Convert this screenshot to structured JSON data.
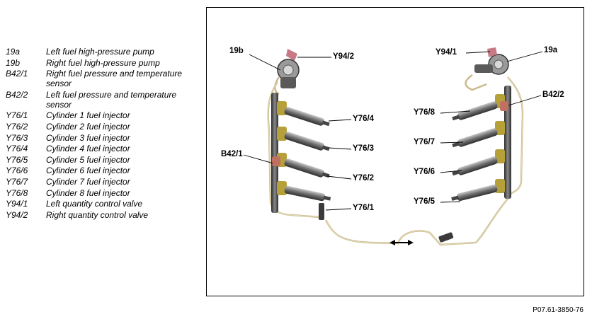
{
  "legend": [
    {
      "code": "19a",
      "desc": "Left fuel high-pressure pump"
    },
    {
      "code": "19b",
      "desc": "Right fuel high-pressure pump"
    },
    {
      "code": "B42/1",
      "desc": "Right fuel pressure and temperature sensor"
    },
    {
      "code": "B42/2",
      "desc": "Left fuel pressure and temperature sensor"
    },
    {
      "code": "Y76/1",
      "desc": "Cylinder 1 fuel injector"
    },
    {
      "code": "Y76/2",
      "desc": "Cylinder 2 fuel injector"
    },
    {
      "code": "Y76/3",
      "desc": "Cylinder 3 fuel injector"
    },
    {
      "code": "Y76/4",
      "desc": "Cylinder 4 fuel injector"
    },
    {
      "code": "Y76/5",
      "desc": "Cylinder 5 fuel injector"
    },
    {
      "code": "Y76/6",
      "desc": "Cylinder 6 fuel injector"
    },
    {
      "code": "Y76/7",
      "desc": "Cylinder 7 fuel injector"
    },
    {
      "code": "Y76/8",
      "desc": "Cylinder 8 fuel injector"
    },
    {
      "code": "Y94/1",
      "desc": "Left quantity control valve"
    },
    {
      "code": "Y94/2",
      "desc": "Right quantity control valve"
    }
  ],
  "callouts": {
    "c19b": "19b",
    "cY94_2": "Y94/2",
    "cY94_1": "Y94/1",
    "c19a": "19a",
    "cB42_2": "B42/2",
    "cY76_8": "Y76/8",
    "cY76_4": "Y76/4",
    "cY76_7": "Y76/7",
    "cY76_3": "Y76/3",
    "cB42_1": "B42/1",
    "cY76_6": "Y76/6",
    "cY76_2": "Y76/2",
    "cY76_5": "Y76/5",
    "cY76_1": "Y76/1"
  },
  "figure_ref": "P07.61-3850-76"
}
